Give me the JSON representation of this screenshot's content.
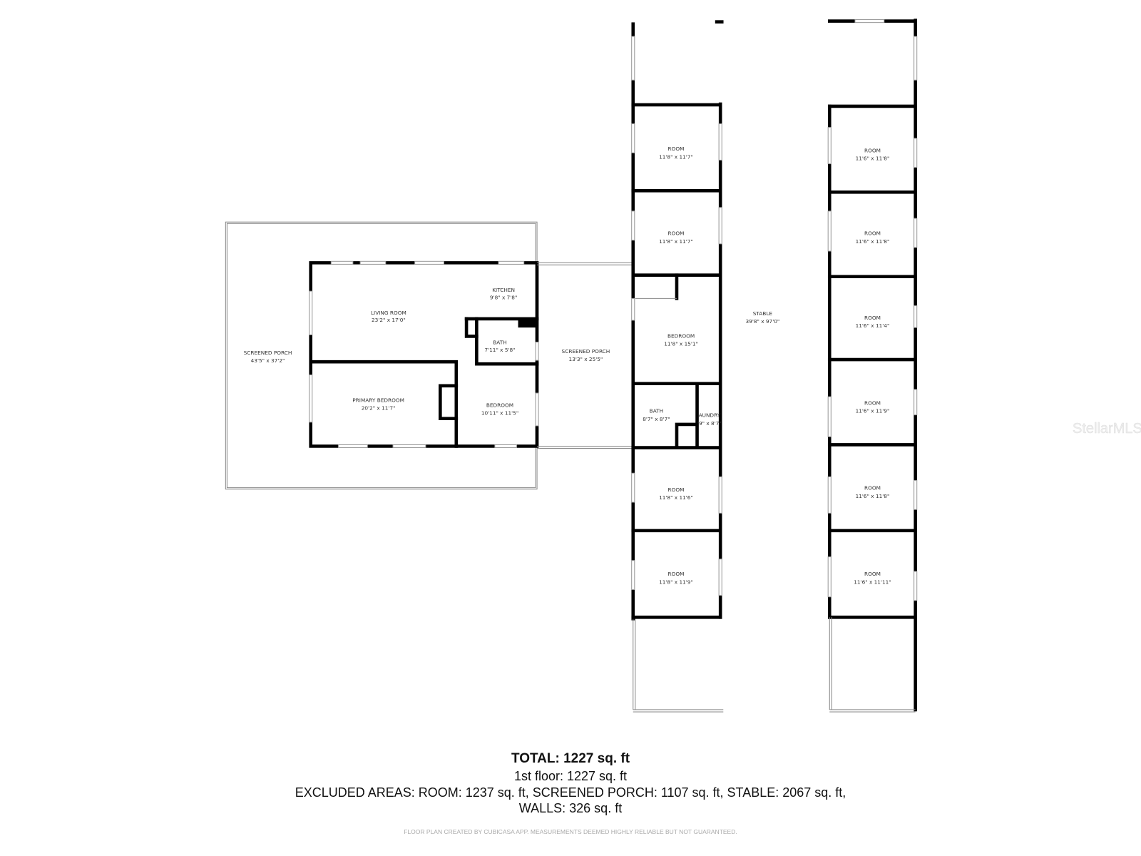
{
  "rooms": {
    "screened_porch_left": {
      "name": "SCREENED PORCH",
      "size": "43'5\" x 37'2\""
    },
    "living_room": {
      "name": "LIVING ROOM",
      "size": "23'2\" x 17'0\""
    },
    "kitchen": {
      "name": "KITCHEN",
      "size": "9'8\" x 7'8\""
    },
    "bath_house": {
      "name": "BATH",
      "size": "7'11\" x 5'8\""
    },
    "primary_bedroom": {
      "name": "PRIMARY BEDROOM",
      "size": "20'2\" x 11'7\""
    },
    "bedroom_house": {
      "name": "BEDROOM",
      "size": "10'11\" x 11'5\""
    },
    "screened_porch_mid": {
      "name": "SCREENED PORCH",
      "size": "13'3\" x 25'5\""
    },
    "stable": {
      "name": "STABLE",
      "size": "39'8\" x 97'0\""
    },
    "bedroom_stable": {
      "name": "BEDROOM",
      "size": "11'8\" x 15'1\""
    },
    "bath_stable": {
      "name": "BATH",
      "size": "8'7\" x 8'7\""
    },
    "laundry": {
      "name": "AUNDRY",
      "size": "'9\" x 8'7\""
    },
    "left_rooms": [
      {
        "name": "ROOM",
        "size": "11'8\" x 11'7\""
      },
      {
        "name": "ROOM",
        "size": "11'8\" x 11'7\""
      },
      {
        "name": "ROOM",
        "size": "11'8\" x 11'6\""
      },
      {
        "name": "ROOM",
        "size": "11'8\" x 11'9\""
      }
    ],
    "right_rooms": [
      {
        "name": "ROOM",
        "size": "11'6\" x 11'8\""
      },
      {
        "name": "ROOM",
        "size": "11'6\" x 11'8\""
      },
      {
        "name": "ROOM",
        "size": "11'6\" x 11'4\""
      },
      {
        "name": "ROOM",
        "size": "11'6\" x 11'9\""
      },
      {
        "name": "ROOM",
        "size": "11'6\" x 11'8\""
      },
      {
        "name": "ROOM",
        "size": "11'6\" x 11'11\""
      }
    ]
  },
  "summary": {
    "total": "TOTAL: 1227 sq. ft",
    "floor1": "1st floor: 1227 sq. ft",
    "excluded": "EXCLUDED AREAS: ROOM: 1237 sq. ft, SCREENED PORCH: 1107 sq. ft, STABLE: 2067 sq. ft,",
    "walls": "WALLS: 326 sq. ft",
    "disclaimer": "FLOOR PLAN CREATED BY CUBICASA APP. MEASUREMENTS DEEMED HIGHLY RELIABLE BUT NOT GUARANTEED."
  },
  "watermark": "StellarMLS"
}
